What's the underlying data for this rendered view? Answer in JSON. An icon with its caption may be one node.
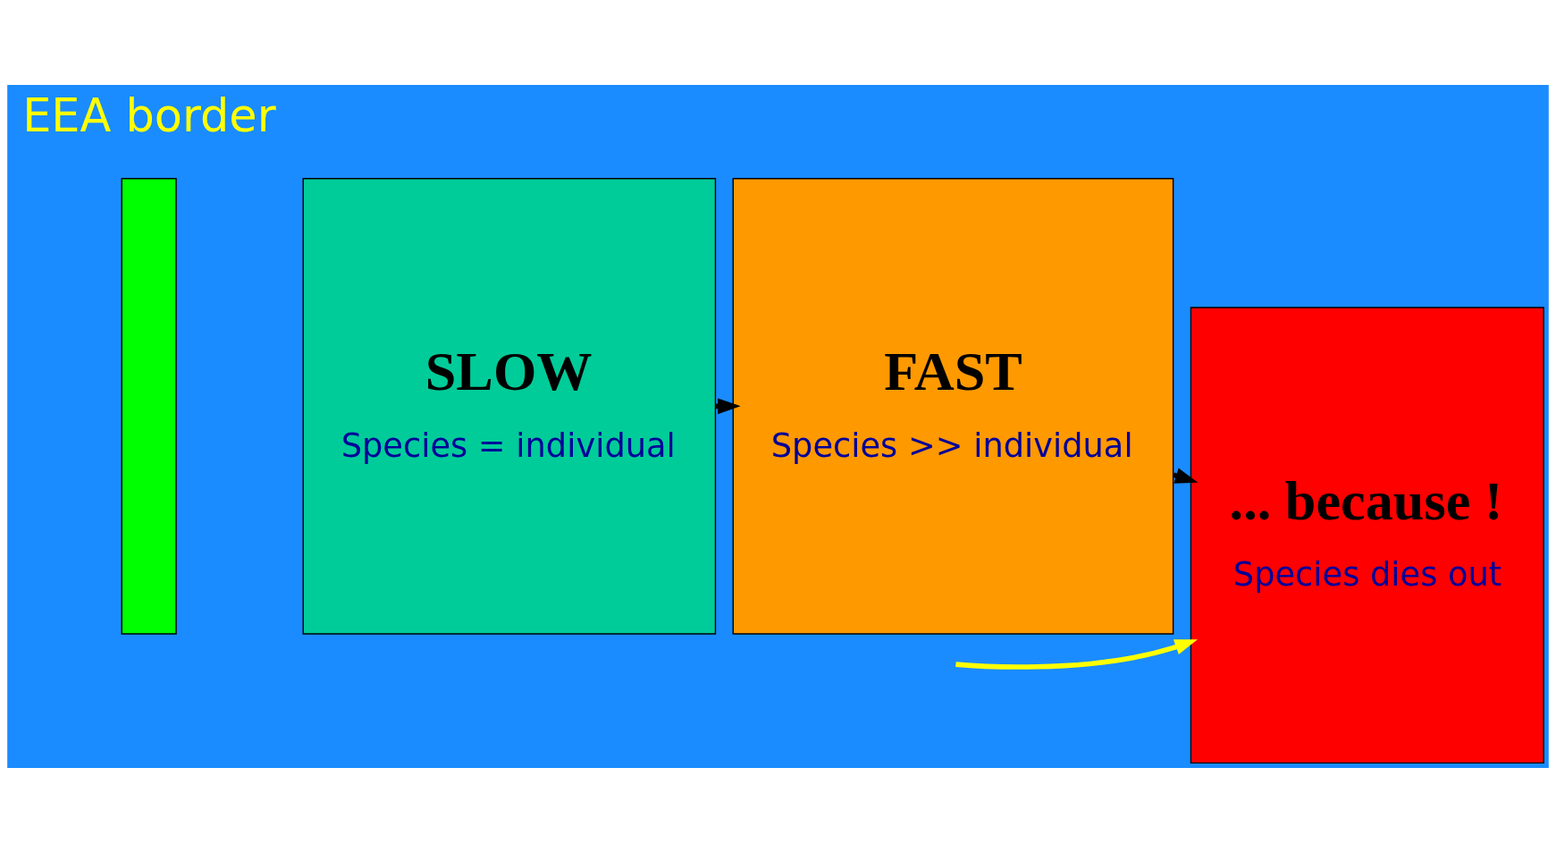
{
  "diagram": {
    "nodes": [
      {
        "text": [],
        "shape": "bar"
      },
      {
        "text": [
          "SLOW",
          "Species = individual"
        ]
      },
      {
        "text": [
          "FAST",
          "Species >> individual"
        ]
      },
      {
        "text": [
          "... because !",
          "Species dies out"
        ]
      }
    ],
    "edges": [
      {
        "from": 1,
        "to": 2,
        "arrow": "to"
      },
      {
        "from": 2,
        "to": 3,
        "arrow": "to"
      },
      {
        "from": null,
        "to": 3,
        "arrow": "to",
        "color": "#ffff00"
      }
    ],
    "labels": [
      "EEA border"
    ]
  }
}
